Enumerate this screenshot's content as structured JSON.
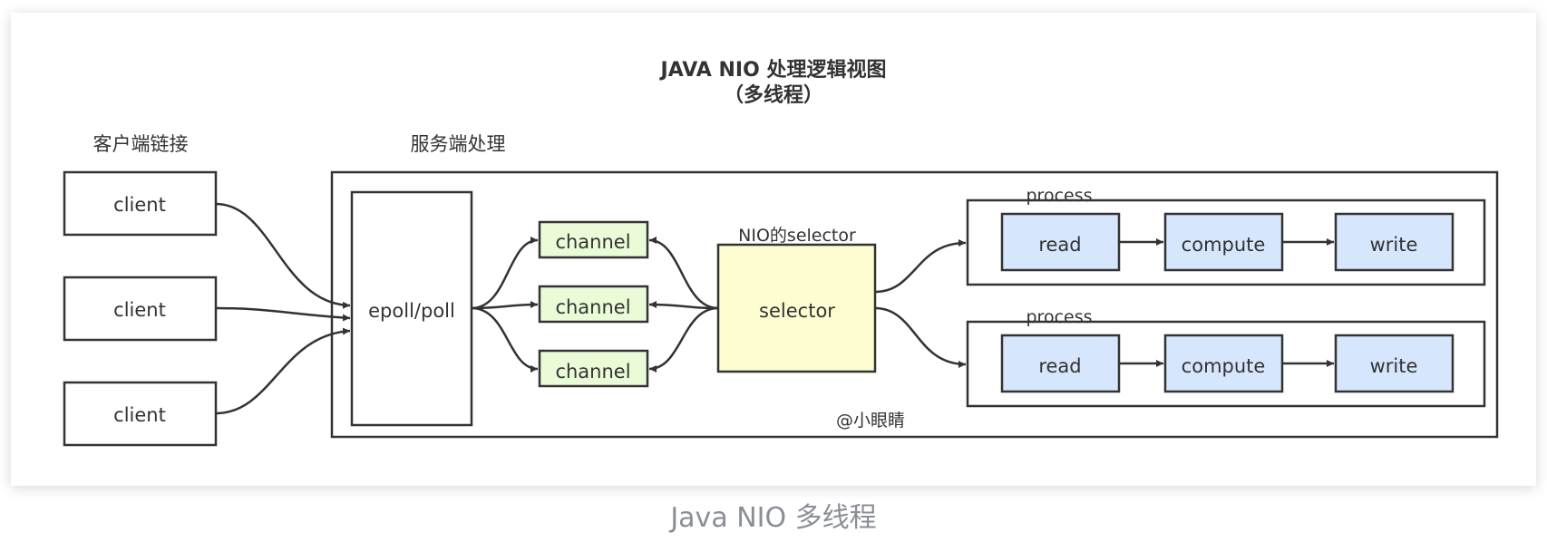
{
  "title_line1": "JAVA NIO 处理逻辑视图",
  "title_line2": "（多线程）",
  "client_section_label": "客户端链接",
  "server_section_label": "服务端处理",
  "clients": [
    "client",
    "client",
    "client"
  ],
  "epoll_label": "epoll/poll",
  "channels": [
    "channel",
    "channel",
    "channel"
  ],
  "selector_caption": "NIO的selector",
  "selector_label": "selector",
  "processes": [
    {
      "label": "process",
      "steps": [
        "read",
        "compute",
        "write"
      ]
    },
    {
      "label": "process",
      "steps": [
        "read",
        "compute",
        "write"
      ]
    }
  ],
  "watermark": "@小眼睛",
  "caption": "Java NIO 多线程",
  "colors": {
    "channel_fill": "#e9fcd7",
    "selector_fill": "#fdfdd1",
    "step_fill": "#d6e6fd",
    "stroke": "#333333"
  }
}
